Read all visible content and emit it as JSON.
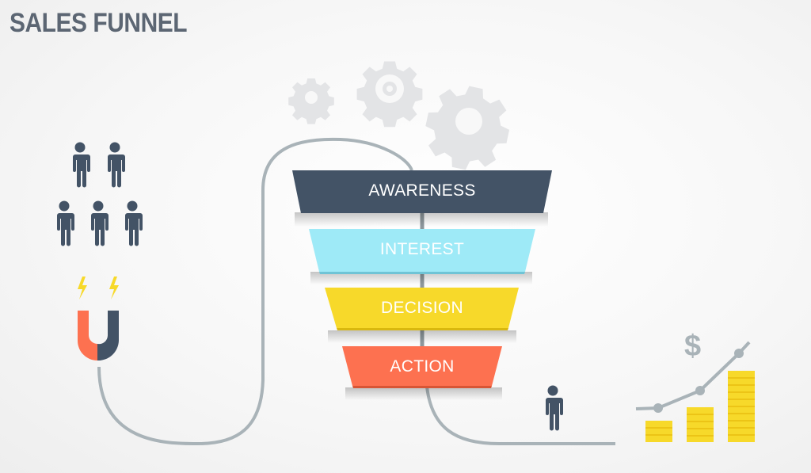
{
  "header": {
    "title": "SALES FUNNEL"
  },
  "funnel": {
    "stages": [
      {
        "label": "AWARENESS",
        "color": "#435366"
      },
      {
        "label": "INTEREST",
        "color": "#9eeaf7"
      },
      {
        "label": "DECISION",
        "color": "#f7d92a"
      },
      {
        "label": "ACTION",
        "color": "#fd7150"
      }
    ]
  },
  "icons": {
    "crowd": "people-group-icon",
    "magnet": "magnet-icon",
    "lightning": "lightning-icon",
    "gears": "gears-icon",
    "customer": "person-icon",
    "revenue": "dollar-icon",
    "growth_chart": "growth-chart-icon"
  },
  "revenue": {
    "symbol": "$"
  },
  "colors": {
    "path": "#a9b3b8",
    "dark": "#435366",
    "gear": "#e3e4e6",
    "coin": "#f7d92a",
    "coin_line": "#e8bd10",
    "magnet_red": "#fd7150"
  }
}
